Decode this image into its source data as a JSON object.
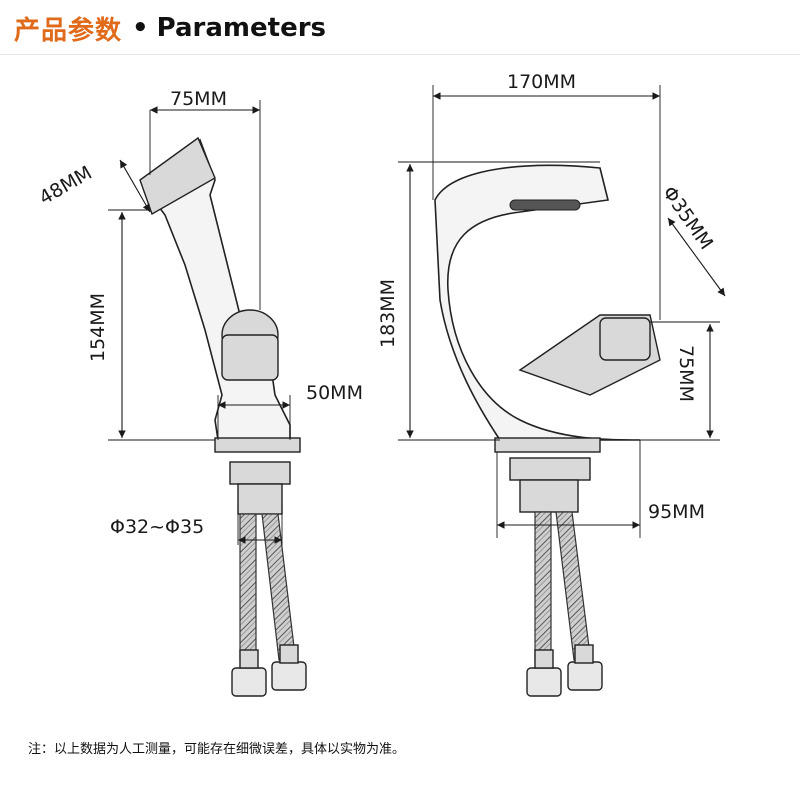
{
  "header": {
    "title_cn": "产品参数",
    "separator": "•",
    "title_en": "Parameters"
  },
  "left_view": {
    "dim_top_width": "75MM",
    "dim_spout_thickness": "48MM",
    "dim_height": "154MM",
    "dim_base_width": "50MM",
    "dim_pipe_diameter": "Φ32~Φ35"
  },
  "right_view": {
    "dim_total_width": "170MM",
    "dim_total_height": "183MM",
    "dim_handle_diameter": "Φ35MM",
    "dim_handle_height": "75MM",
    "dim_base_depth": "95MM"
  },
  "footnote": "注：以上数据为人工测量，可能存在细微误差，具体以实物为准。"
}
